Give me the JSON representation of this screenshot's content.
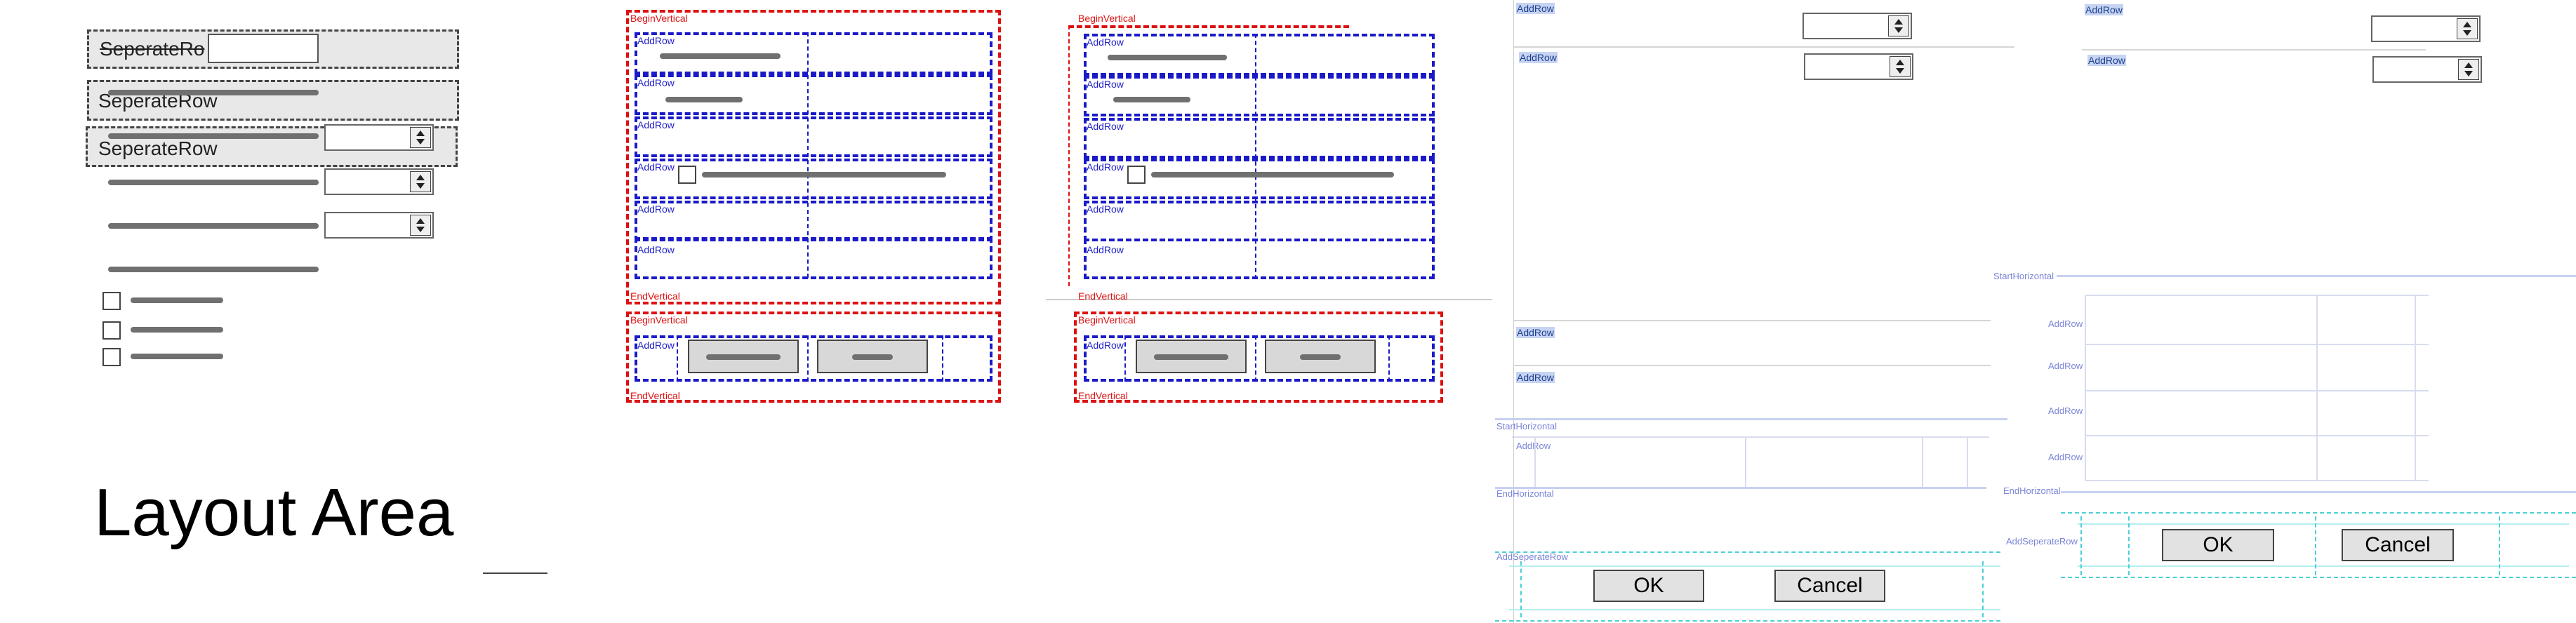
{
  "panel1": {
    "rows": [
      "SeperateRo",
      "SeperateRow",
      "SeperateRow"
    ],
    "caption": "Layout Area"
  },
  "panel2": {
    "begin": "BeginVertical",
    "end": "EndVertical",
    "rowLabel": "AddRow"
  },
  "panel3": {
    "begin": "BeginVertical",
    "end": "EndVertical",
    "rowLabel": "AddRow"
  },
  "panel4": {
    "addRow": "AddRow",
    "startH": "StartHorizontal",
    "endH": "EndHorizontal",
    "addSep": "AddSeperateRow",
    "ok": "OK",
    "cancel": "Cancel"
  },
  "panel5": {
    "addRow": "AddRow",
    "startH": "StartHorizontal",
    "endH": "EndHorizontal",
    "addSep": "AddSeperateRow",
    "ok": "OK",
    "cancel": "Cancel"
  },
  "colors": {
    "vertical": "#dd1111",
    "row": "#1a1ac8",
    "horizontal": "#7a84d8",
    "seperate": "#4ccfd6"
  }
}
